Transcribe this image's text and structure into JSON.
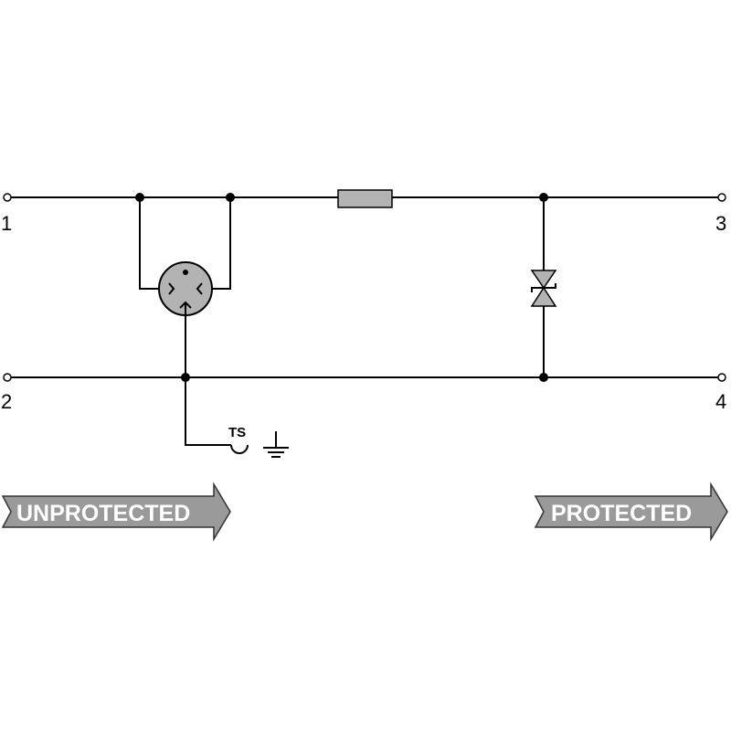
{
  "terminals": {
    "t1": "1",
    "t2": "2",
    "t3": "3",
    "t4": "4"
  },
  "ts_label": "TS",
  "arrows": {
    "unprotected": "UNPROTECTED",
    "protected": "PROTECTED"
  },
  "colors": {
    "component_fill": "#b3b3b3",
    "arrow_fill": "#9a9a9a",
    "line": "#000000"
  }
}
